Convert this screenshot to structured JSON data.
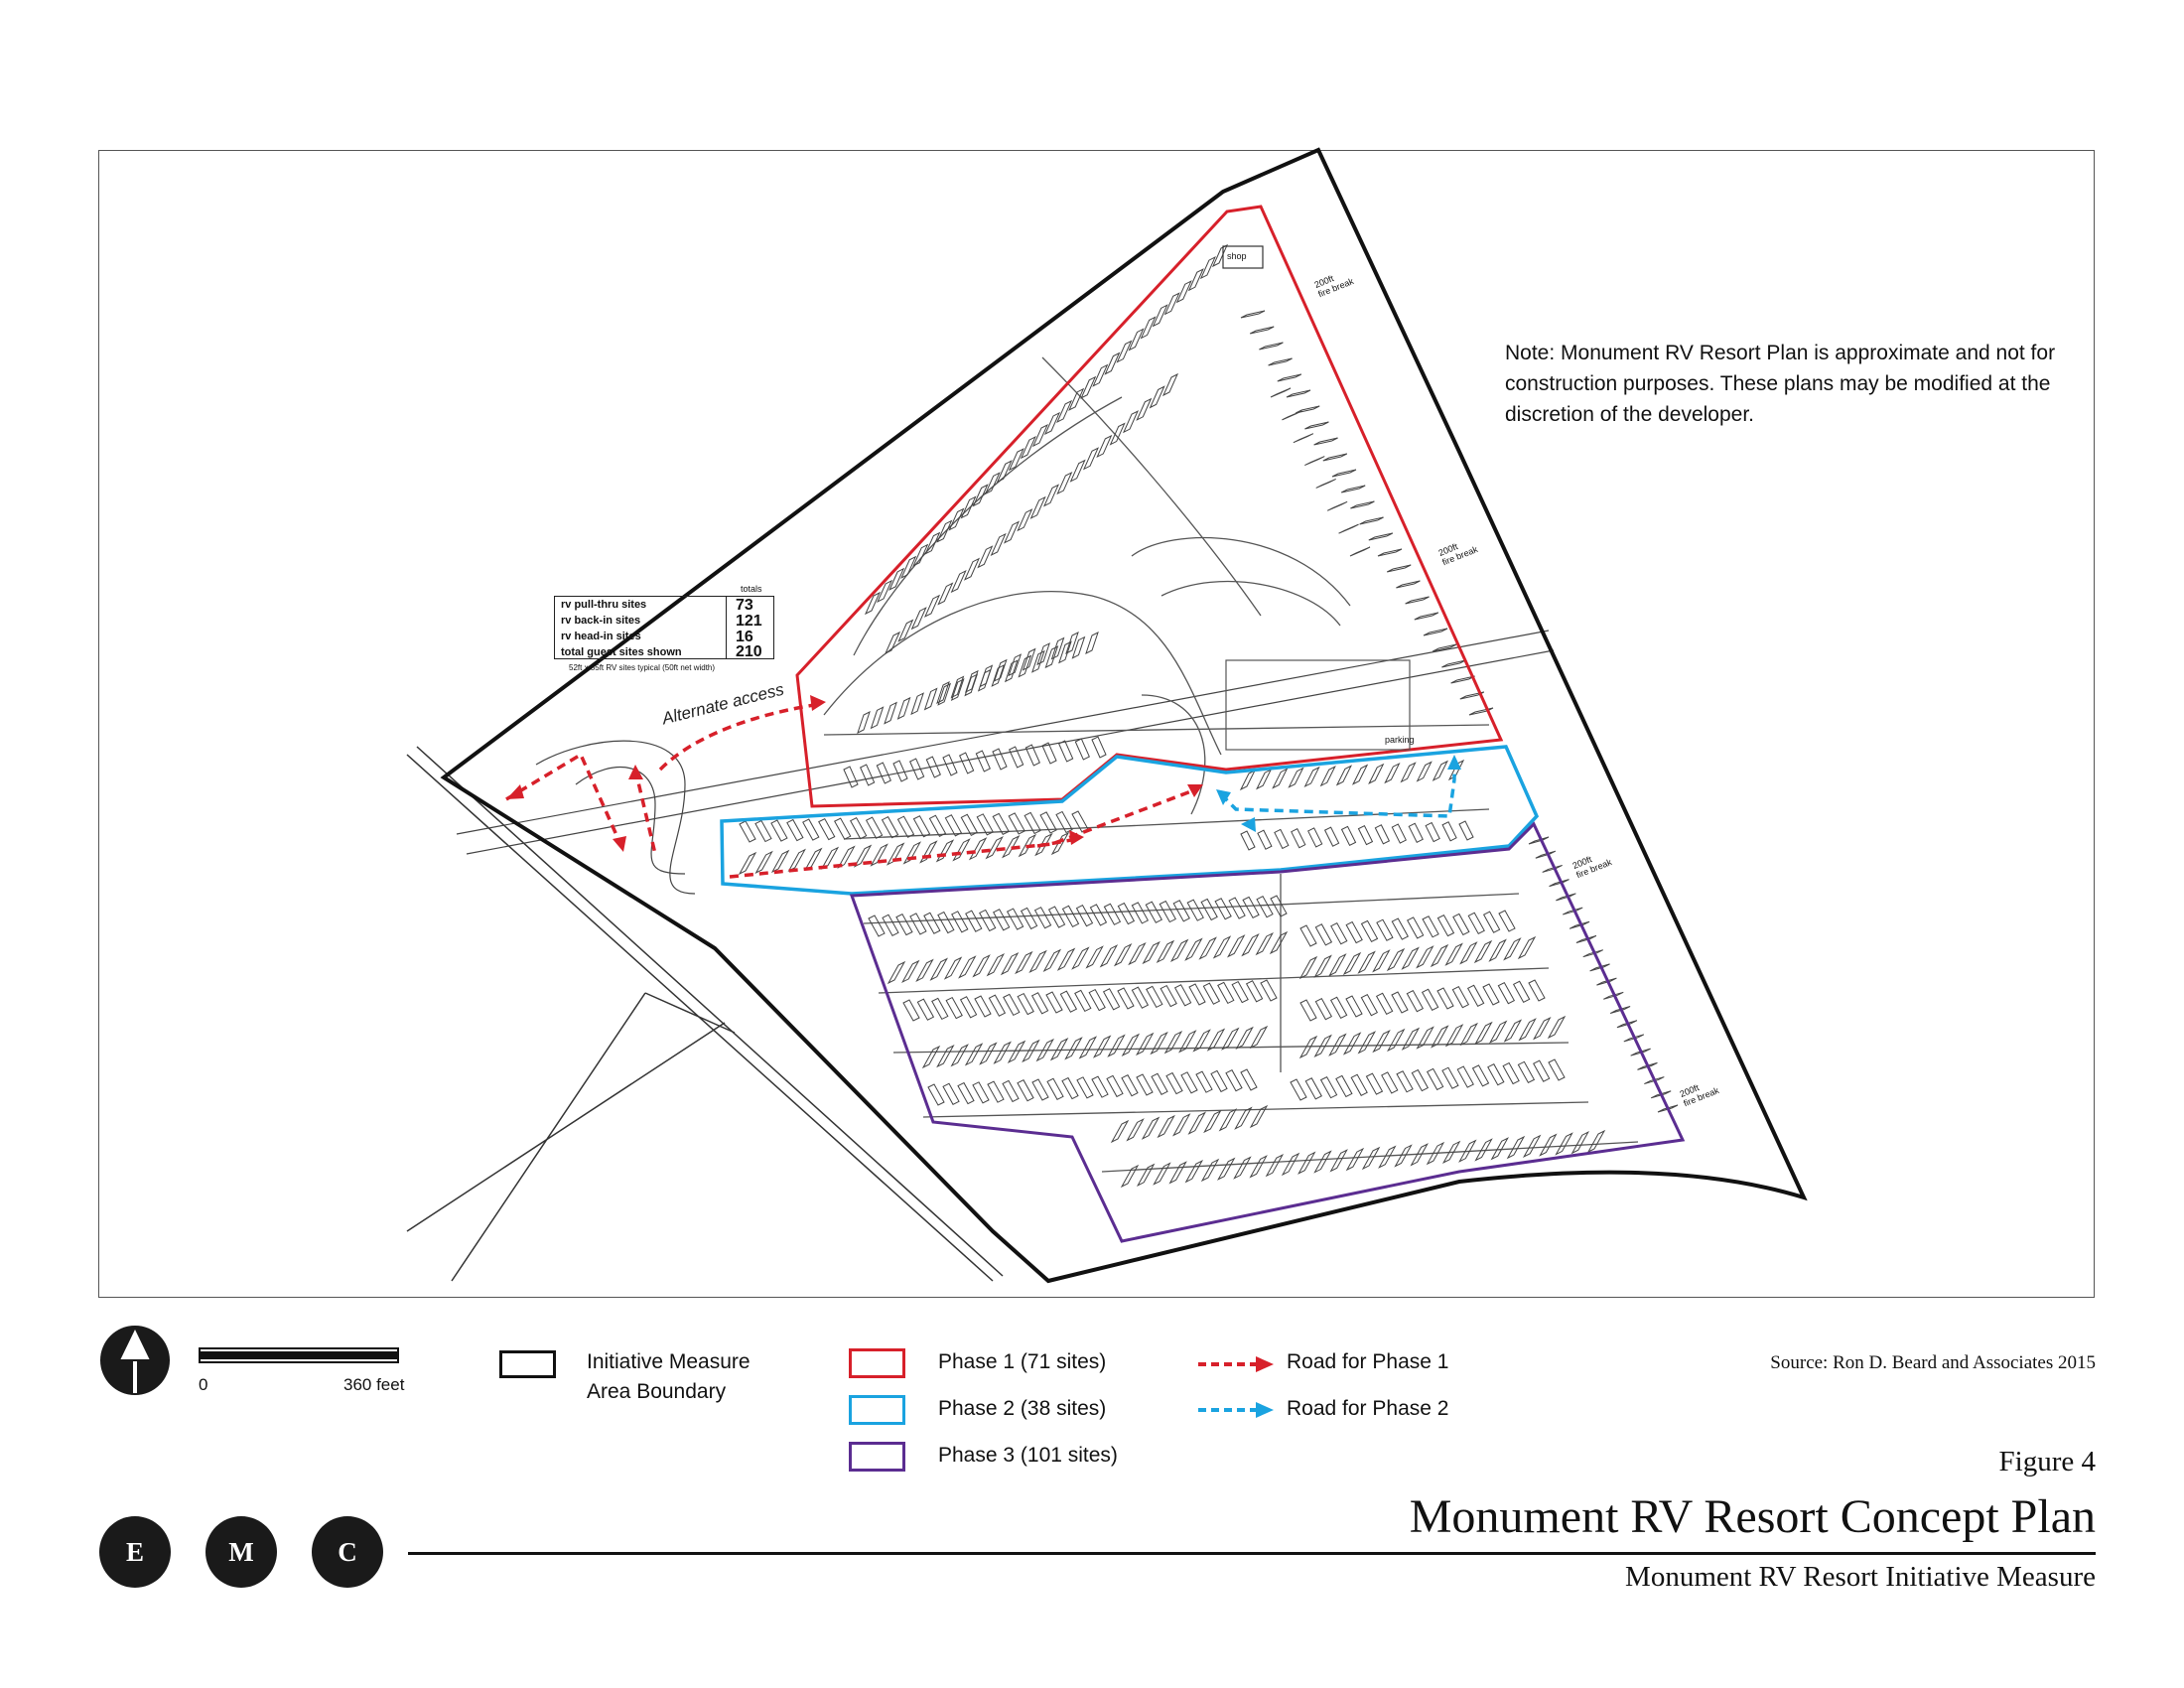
{
  "note": "Note: Monument RV Resort Plan is approximate and not for construction purposes. These plans may be modified at the discretion of the developer.",
  "site_table": {
    "header": "totals",
    "rows": [
      {
        "label": "rv pull-thru sites",
        "value": "73"
      },
      {
        "label": "rv back-in sites",
        "value": "121"
      },
      {
        "label": "rv head-in sites",
        "value": "16"
      },
      {
        "label": "total guest sites shown",
        "value": "210"
      }
    ],
    "footnote": "52ft x 85ft RV sites typical (50ft net width)"
  },
  "map_labels": {
    "alternate_access": "Alternate access",
    "fire_break": "fire break",
    "fire_break_width": "200ft",
    "shop": "shop",
    "parking": "parking"
  },
  "legend": {
    "scale_start": "0",
    "scale_end": "360 feet",
    "boundary_label_line1": "Initiative Measure",
    "boundary_label_line2": "Area Boundary",
    "phase1": "Phase 1 (71 sites)",
    "phase2": "Phase 2 (38 sites)",
    "phase3": "Phase 3 (101 sites)",
    "road1": "Road for Phase 1",
    "road2": "Road for Phase 2"
  },
  "colors": {
    "phase1": "#d7202a",
    "phase2": "#1aa3e0",
    "phase3": "#5b2d91",
    "boundary": "#111111"
  },
  "source": "Source: Ron D. Beard and Associates 2015",
  "figure_number": "Figure 4",
  "title": "Monument RV Resort Concept Plan",
  "subtitle": "Monument RV Resort Initiative Measure",
  "logo_letters": [
    "E",
    "M",
    "C"
  ]
}
